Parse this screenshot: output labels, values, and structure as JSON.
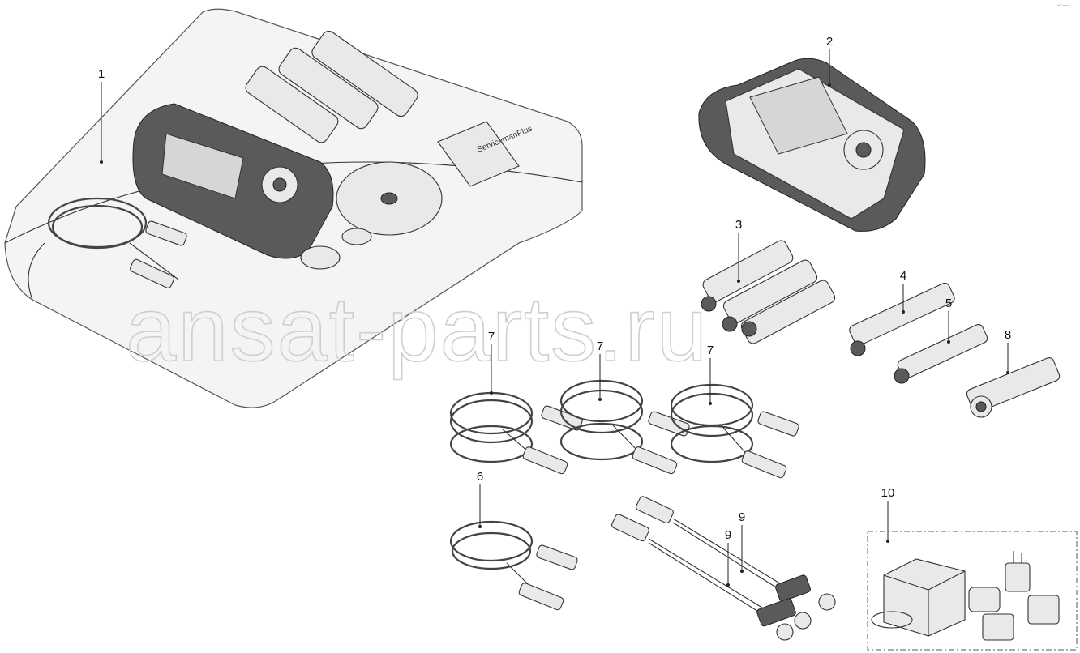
{
  "watermark": "ansat-parts.ru",
  "corner_mark": "ⁿ⁰ ᵒᵒᵒ",
  "case_labels": {
    "brand": "ServicemanPlus"
  },
  "callouts": [
    {
      "id": "1",
      "part": "carry-case"
    },
    {
      "id": "2",
      "part": "handheld-unit"
    },
    {
      "id": "3",
      "part": "pressure-sensor-set"
    },
    {
      "id": "4",
      "part": "sensor-a"
    },
    {
      "id": "5",
      "part": "sensor-b"
    },
    {
      "id": "8",
      "part": "adapter"
    },
    {
      "id": "7",
      "part": "cable-1"
    },
    {
      "id": "7",
      "part": "cable-2"
    },
    {
      "id": "7",
      "part": "cable-3"
    },
    {
      "id": "6",
      "part": "short-cable"
    },
    {
      "id": "9",
      "part": "y-cable-1"
    },
    {
      "id": "9",
      "part": "y-cable-2"
    },
    {
      "id": "10",
      "part": "charger-kit"
    }
  ]
}
